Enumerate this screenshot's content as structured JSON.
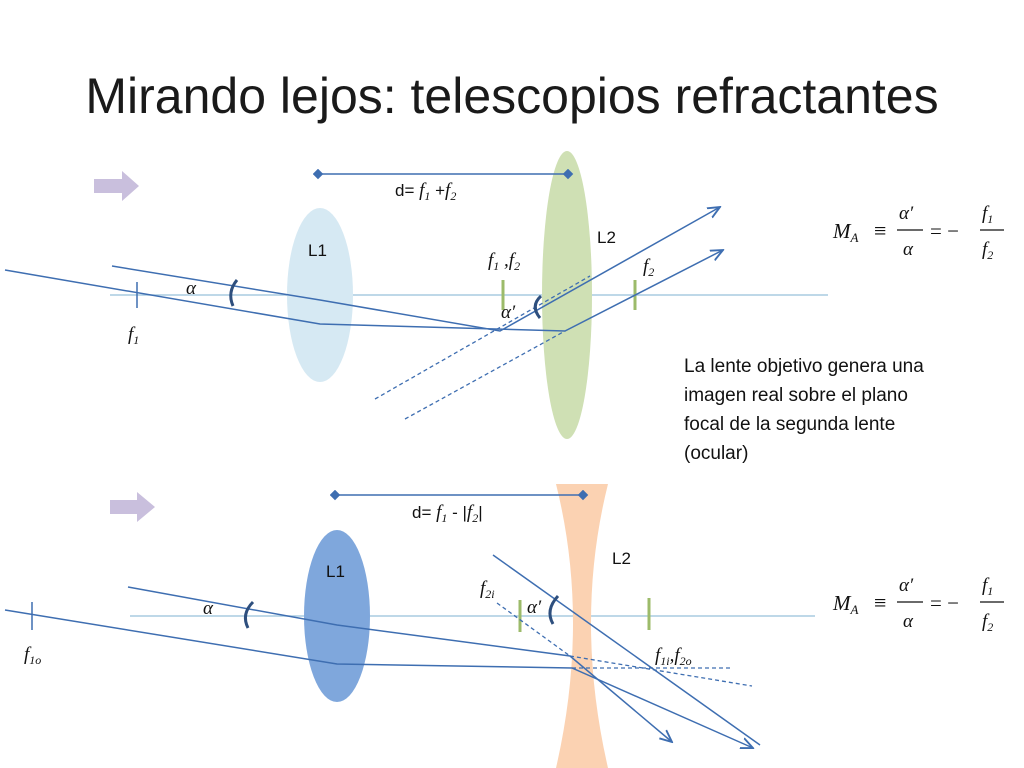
{
  "title": "Mirando lejos: telescopios refractantes",
  "top_diagram": {
    "distance_prefix": "d= ",
    "distance_f1": "f",
    "distance_f1_sub": "1",
    "distance_plus": " +",
    "distance_f2": "f",
    "distance_f2_sub": "2",
    "lens1_label": "L1",
    "lens2_label": "L2",
    "focal_f1": "f",
    "focal_f1_sub": "1",
    "focal_f1f2": "f",
    "focal_f1f2_sub1": "1",
    "focal_f1f2_sep": " ,f",
    "focal_f1f2_sub2": "2",
    "focal_f2": "f",
    "focal_f2_sub": "2",
    "alpha": "α",
    "alpha_prime": "α′",
    "description": [
      "La lente objetivo genera una",
      "imagen real sobre el plano",
      "focal de la segunda lente",
      "(ocular)"
    ]
  },
  "bottom_diagram": {
    "distance_prefix": "d= ",
    "distance_f1": "f",
    "distance_f1_sub": "1",
    "distance_minus": " - |",
    "distance_f2": "f",
    "distance_f2_sub": "2",
    "distance_end": "|",
    "lens1_label": "L1",
    "lens2_label": "L2",
    "focal_f1o": "f",
    "focal_f1o_sub": "1o",
    "focal_f2i": "f",
    "focal_f2i_sub": "2i",
    "focal_f1if2o": "f",
    "focal_f1if2o_sub1": "1i",
    "focal_f1if2o_sep": ",f",
    "focal_f1if2o_sub2": "2o",
    "alpha": "α",
    "alpha_prime": "α′"
  },
  "formula": {
    "lhs": "M",
    "lhs_sub": "A",
    "equiv": "≡",
    "num": "α′",
    "den": "α",
    "eq": "= −",
    "f_num": "f",
    "f_num_sub": "1",
    "f_den": "f",
    "f_den_sub": "2"
  },
  "colors": {
    "ray": "#3e6eb1",
    "axis": "#a9cbe0",
    "lens1_top": "#d6e9f3",
    "lens2_top": "#cfe0b4",
    "lens1_bottom": "#7fa7dc",
    "lens2_bottom": "#fbd2b2",
    "arrow": "#c9bfdd",
    "focal_mark": "#9cbb6a"
  }
}
